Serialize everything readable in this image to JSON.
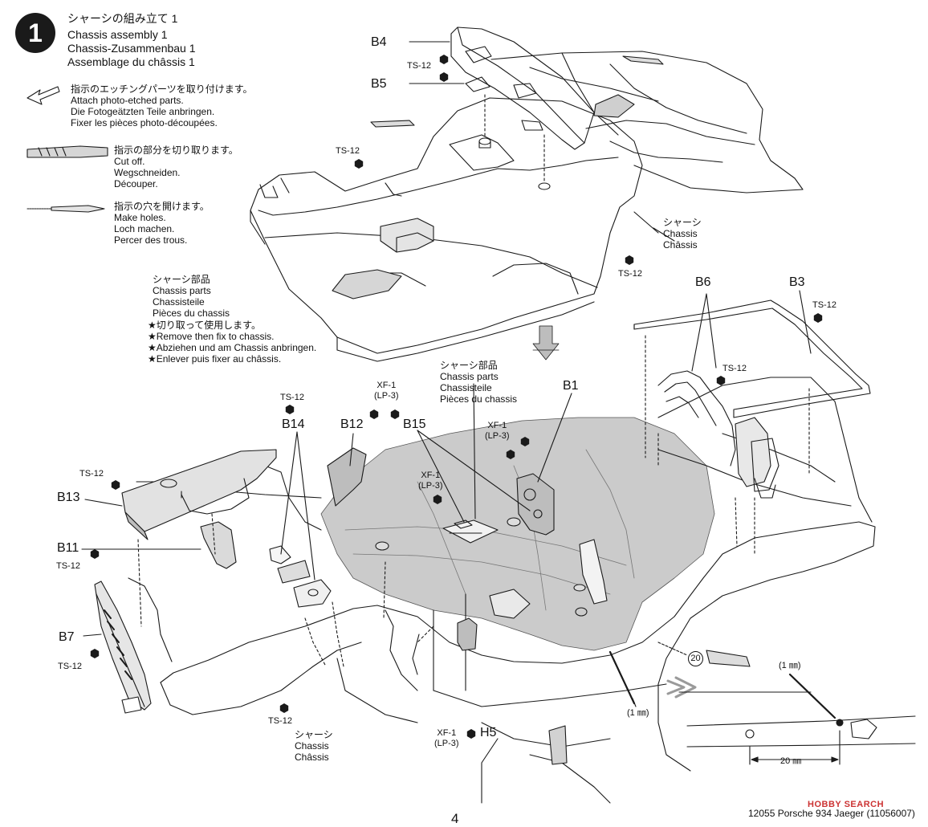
{
  "step": {
    "number": "1",
    "title_jp": "シャーシの組み立て 1",
    "title_en": "Chassis assembly 1",
    "title_de": "Chassis-Zusammenbau 1",
    "title_fr": "Assemblage du châssis 1"
  },
  "legend": [
    {
      "icon": "photo-etched-arrow-icon",
      "jp": "指示のエッチングパーツを取り付けます。",
      "en": "Attach photo-etched parts.",
      "de": "Die Fotogeätzten Teile anbringen.",
      "fr": "Fixer les pièces photo-découpées."
    },
    {
      "icon": "hobby-knife-icon",
      "jp": "指示の部分を切り取ります。",
      "en": "Cut off.",
      "de": "Wegschneiden.",
      "fr": "Découper."
    },
    {
      "icon": "drill-icon",
      "jp": "指示の穴を開けます。",
      "en": "Make holes.",
      "de": "Loch machen.",
      "fr": "Percer des trous."
    }
  ],
  "chassis_parts_note": {
    "jp": "シャーシ部品",
    "en": "Chassis parts",
    "de": "Chassisteile",
    "fr": "Pièces du chassis",
    "star_jp": "★切り取って使用します。",
    "star_en": "★Remove then fix to chassis.",
    "star_de": "★Abziehen und am Chassis anbringen.",
    "star_fr": "★Enlever puis fixer au châssis."
  },
  "chassis_parts_label2": {
    "jp": "シャーシ部品",
    "en": "Chassis parts",
    "de": "Chassisteile",
    "fr": "Pièces du chassis"
  },
  "chassis_label_top": {
    "jp": "シャーシ",
    "en": "Chassis",
    "fr": "Châssis"
  },
  "chassis_label_bottom": {
    "jp": "シャーシ",
    "en": "Chassis",
    "fr": "Châssis"
  },
  "parts": {
    "b1": "B1",
    "b3": "B3",
    "b4": "B4",
    "b5": "B5",
    "b6": "B6",
    "b7": "B7",
    "b11": "B11",
    "b12": "B12",
    "b13": "B13",
    "b14": "B14",
    "b15": "B15",
    "h5": "H5"
  },
  "paints": {
    "ts12": "TS-12",
    "xf1": "XF-1",
    "lp3": "(LP-3)"
  },
  "drill": {
    "size_label": "(1 ㎜)",
    "size_label2": "(1 ㎜)",
    "distance_label": "20 ㎜",
    "tool_number": "20"
  },
  "footer": {
    "page_number": "4",
    "product": "12055 Porsche 934 Jaeger (11056007)",
    "watermark": "HOBBY SEARCH"
  },
  "colors": {
    "ink": "#111111",
    "shade": "#c8c8c8",
    "badge": "#1a1a1a"
  }
}
